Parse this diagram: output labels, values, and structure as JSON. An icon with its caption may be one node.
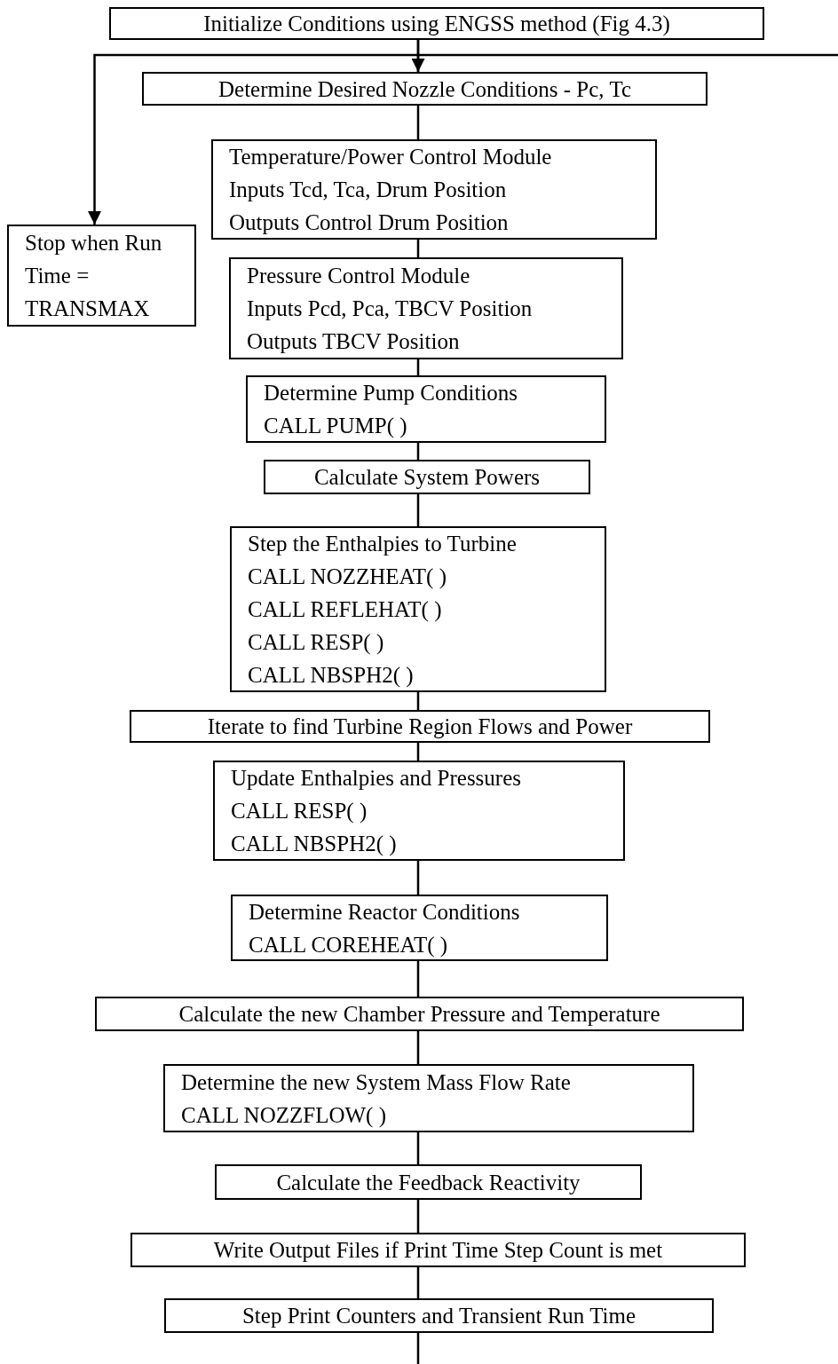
{
  "diagram": {
    "nodes": [
      {
        "text": [
          "Initialize Conditions using ENGSS method (Fig 4.3)"
        ]
      },
      {
        "text": [
          "Determine Desired Nozzle Conditions - Pc, Tc"
        ]
      },
      {
        "text": [
          "Temperature/Power Control Module",
          "Inputs Tcd, Tca, Drum Position",
          "Outputs Control Drum Position"
        ]
      },
      {
        "text": [
          "Stop when Run Time = TRANSMAX"
        ]
      },
      {
        "text": [
          "Pressure Control Module",
          "Inputs Pcd, Pca, TBCV Position",
          "Outputs TBCV Position"
        ]
      },
      {
        "text": [
          "Determine Pump Conditions",
          "CALL PUMP( )"
        ]
      },
      {
        "text": [
          "Calculate System Powers"
        ]
      },
      {
        "text": [
          "Step the Enthalpies to Turbine",
          "CALL NOZZHEAT( )",
          "CALL REFLEHAT( )",
          "CALL RESP( )",
          "CALL NBSPH2( )"
        ]
      },
      {
        "text": [
          "Iterate to find Turbine Region Flows and Power"
        ]
      },
      {
        "text": [
          "Update Enthalpies and Pressures",
          "CALL RESP( )",
          "CALL NBSPH2( )"
        ]
      },
      {
        "text": [
          "Determine Reactor Conditions",
          "CALL COREHEAT( )"
        ]
      },
      {
        "text": [
          "Calculate the new Chamber Pressure and Temperature"
        ]
      },
      {
        "text": [
          "Determine the new System Mass Flow Rate",
          "CALL NOZZFLOW( )"
        ]
      },
      {
        "text": [
          "Calculate the Feedback Reactivity"
        ]
      },
      {
        "text": [
          "Write Output Files if Print Time Step Count is met"
        ]
      },
      {
        "text": [
          "Step Print Counters and Transient Run Time"
        ]
      }
    ],
    "edges": [
      {
        "from": 0,
        "to": 1,
        "arrow": "none"
      },
      {
        "from": null,
        "to": 1,
        "arrow": "to"
      },
      {
        "from": 0,
        "to": 3,
        "arrow": "to"
      },
      {
        "from": 1,
        "to": 2,
        "arrow": "none"
      },
      {
        "from": 2,
        "to": 4,
        "arrow": "none"
      },
      {
        "from": 4,
        "to": 5,
        "arrow": "none"
      },
      {
        "from": 5,
        "to": 6,
        "arrow": "none"
      },
      {
        "from": 6,
        "to": 7,
        "arrow": "none"
      },
      {
        "from": 7,
        "to": 8,
        "arrow": "none"
      },
      {
        "from": 8,
        "to": 9,
        "arrow": "none"
      },
      {
        "from": 9,
        "to": 10,
        "arrow": "none"
      },
      {
        "from": 10,
        "to": 11,
        "arrow": "none"
      },
      {
        "from": 11,
        "to": 12,
        "arrow": "none"
      },
      {
        "from": 12,
        "to": 13,
        "arrow": "none"
      },
      {
        "from": 13,
        "to": 14,
        "arrow": "none"
      },
      {
        "from": 14,
        "to": 15,
        "arrow": "none"
      },
      {
        "from": 15,
        "to": null,
        "arrow": "none"
      }
    ]
  }
}
